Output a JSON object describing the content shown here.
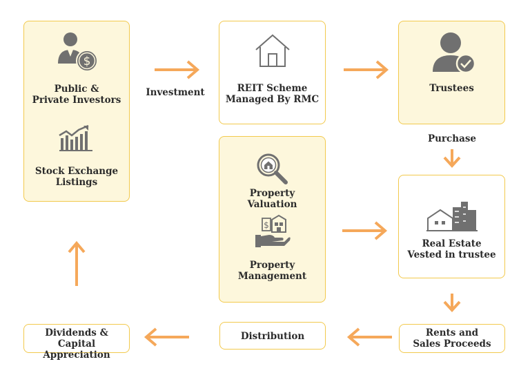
{
  "nodes": {
    "investors": "Public &\nPrivate Investors",
    "stock_exchange": "Stock Exchange\nListings",
    "reit_scheme": "REIT Scheme\nManaged By RMC",
    "trustees": "Trustees",
    "property_valuation": "Property\nValuation",
    "property_management": "Property\nManagement",
    "real_estate": "Real Estate\nVested in trustee",
    "rents": "Rents and\nSales Proceeds",
    "distribution": "Distribution",
    "dividends": "Dividends &\nCapital Appreciation"
  },
  "edges": {
    "investment": "Investment",
    "purchase": "Purchase"
  },
  "colors": {
    "arrow": "#f5a85a",
    "box_border": "#f2c94c",
    "box_fill": "#fdf7dc",
    "icon": "#707070"
  },
  "icons": [
    "investor-dollar-icon",
    "rising-chart-icon",
    "house-icon",
    "verified-user-icon",
    "magnifier-house-icon",
    "hand-property-icon",
    "buildings-icon"
  ]
}
